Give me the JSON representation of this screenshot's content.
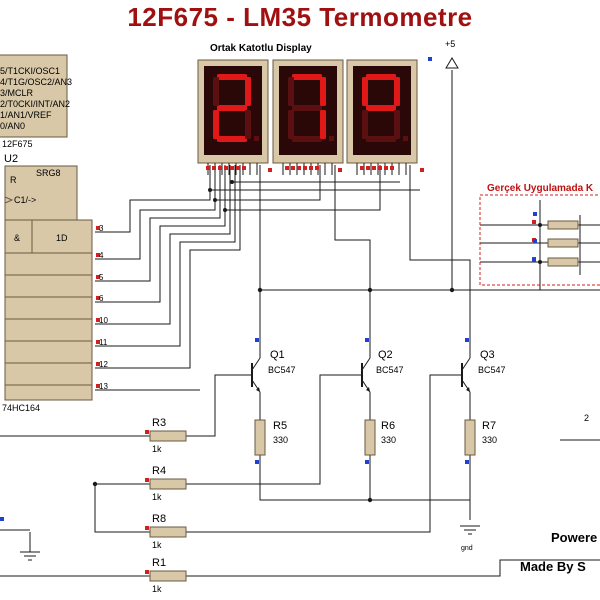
{
  "title": "12F675 - LM35 Termometre",
  "display": {
    "label": "Ortak Katotlu Display",
    "digits": [
      "2",
      "7",
      "°"
    ]
  },
  "pic": {
    "pins": [
      "5/T1CKI/OSC1",
      "4/T1G/OSC2/AN3",
      "3/MCLR",
      "2/T0CKI/INT/AN2",
      "1/AN1/VREF",
      "0/AN0"
    ],
    "part": "12F675"
  },
  "shift_register": {
    "ref": "U2",
    "name": "SRG8",
    "r_pin": "R",
    "clk_pin": "C1/->",
    "and_label": "&",
    "data_label": "1D",
    "outputs": [
      "3",
      "4",
      "5",
      "6",
      "10",
      "11",
      "12",
      "13"
    ],
    "part": "74HC164"
  },
  "supply": "+5",
  "box_label": "Gerçek Uygulamada K",
  "transistors": [
    {
      "ref": "Q1",
      "part": "BC547"
    },
    {
      "ref": "Q2",
      "part": "BC547"
    },
    {
      "ref": "Q3",
      "part": "BC547"
    }
  ],
  "resistors": [
    {
      "ref": "R5",
      "value": "330"
    },
    {
      "ref": "R6",
      "value": "330"
    },
    {
      "ref": "R7",
      "value": "330"
    },
    {
      "ref": "R3",
      "value": "1k"
    },
    {
      "ref": "R4",
      "value": "1k"
    },
    {
      "ref": "R8",
      "value": "1k"
    },
    {
      "ref": "R1",
      "value": "1k"
    }
  ],
  "gnd_label": "gnd",
  "misc_pin": "2",
  "footer": {
    "line1": "Powere",
    "line2": "Made By S"
  },
  "colors": {
    "title": "#a01010",
    "wire": "#1a1a1a",
    "segment_on": "#e01818",
    "segment_off": "#5a1010",
    "display_body": "#2a0808",
    "component_fill": "#d8c8a8",
    "pin_red": "#d02020",
    "pin_blue": "#2040d0"
  }
}
